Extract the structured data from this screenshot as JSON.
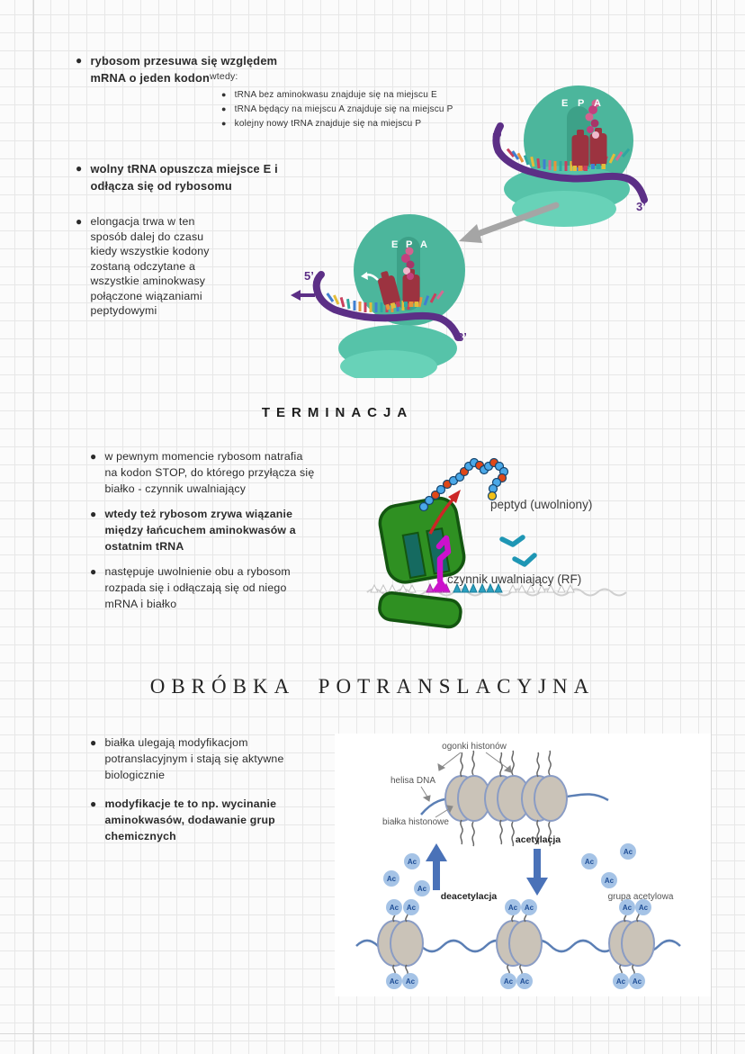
{
  "colors": {
    "ribosome_teal": "#4cb69c",
    "ribosome_small_subunit": "#5ac6ab",
    "mrna_purple": "#5c2f86",
    "trna_red": "#9c3340",
    "peptide_pink": "#c2407e",
    "termination_green": "#2f9022",
    "release_factor_magenta": "#cc11cc",
    "trna_teal": "#1e96b4",
    "histone_arrow_blue": "#4a72b8",
    "ac_circle_blue": "#a5c3e6"
  },
  "elongation_section": {
    "bullet_ribosome_moves": "rybosom przesuwa się względem mRNA o jeden kodon",
    "wtedy_label": "wtedy:",
    "sub_bullets": [
      "tRNA bez aminokwasu znajduje się na miejscu E",
      "tRNA będący na miejscu A znajduje się na miejscu P",
      "kolejny nowy tRNA znajduje się na miejscu P"
    ],
    "bullet_trna_leaves": "wolny tRNA opuszcza miejsce E i odłącza się od rybosomu",
    "bullet_elongation_continues": "elongacja trwa w ten sposób dalej do czasu kiedy wszystkie kodony zostaną odczytane a wszystkie aminokwasy połączone wiązaniami peptydowymi"
  },
  "ribosome_diagram": {
    "site_e": "E",
    "site_p": "P",
    "site_a": "A",
    "five_prime": "5’",
    "three_prime": "3’"
  },
  "termination_section": {
    "heading": "TERMINACJA",
    "bullets": [
      "w pewnym momencie rybosom natrafia na kodon STOP, do którego przyłącza się białko - czynnik uwalniający",
      "wtedy też rybosom zrywa wiązanie między łańcuchem aminokwasów a ostatnim tRNA",
      "następuje uwolnienie obu a rybosom rozpada się i odłączają się od niego mRNA i białko"
    ],
    "figure": {
      "peptide_label": "peptyd (uwolniony)",
      "release_factor_label": "czynnik uwalniający (RF)"
    }
  },
  "posttranslational_section": {
    "heading": "OBRÓBKA POTRANSLACYJNA",
    "bullets": [
      "białka ulegają modyfikacjom potranslacyjnym i stają się aktywne biologicznie",
      "modyfikacje te to np. wycinanie aminokwasów, dodawanie grup chemicznych"
    ],
    "figure": {
      "histone_tails_label": "ogonki histonów",
      "dna_helix_label": "helisa DNA",
      "histone_proteins_label": "białka histonowe",
      "acetylation_label": "acetylacja",
      "deacetylation_label": "deacetylacja",
      "acetyl_group_label": "grupa acetylowa",
      "ac_label": "Ac"
    }
  }
}
